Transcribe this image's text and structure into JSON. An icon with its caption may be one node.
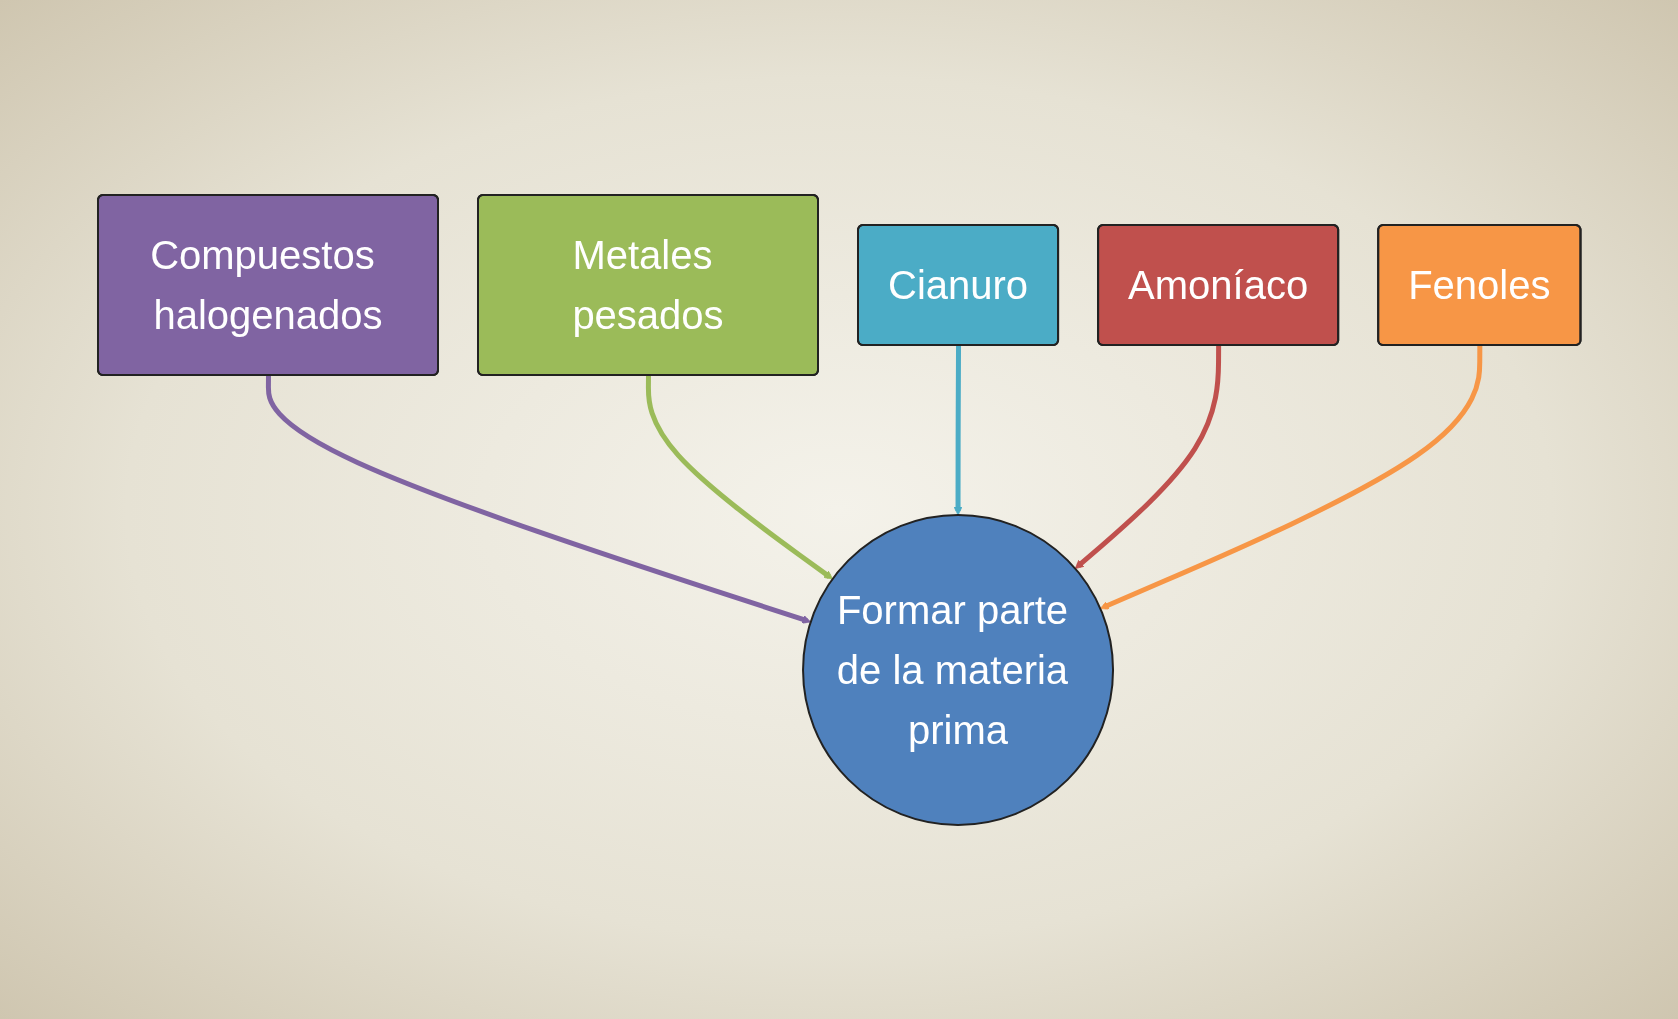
{
  "diagram": {
    "nodes": [
      {
        "text": [
          "Compuestos halogenados"
        ]
      },
      {
        "text": [
          "Metales pesados"
        ]
      },
      {
        "text": [
          "Cianuro"
        ]
      },
      {
        "text": [
          "Amoníaco"
        ]
      },
      {
        "text": [
          "Formar parte de la materia prima"
        ]
      },
      {
        "text": [
          "Fenoles"
        ]
      }
    ],
    "edges": [
      {
        "from": 0,
        "to": 4,
        "arrow": "to",
        "color": "#8064a2"
      },
      {
        "from": 1,
        "to": 4,
        "arrow": "to",
        "color": "#9bbb59"
      },
      {
        "from": 2,
        "to": 4,
        "arrow": "to",
        "color": "#4bacc6"
      },
      {
        "from": 3,
        "to": 4,
        "arrow": "to",
        "color": "#c0504d"
      },
      {
        "from": 5,
        "to": 4,
        "arrow": "to",
        "color": "#f79646"
      }
    ]
  }
}
